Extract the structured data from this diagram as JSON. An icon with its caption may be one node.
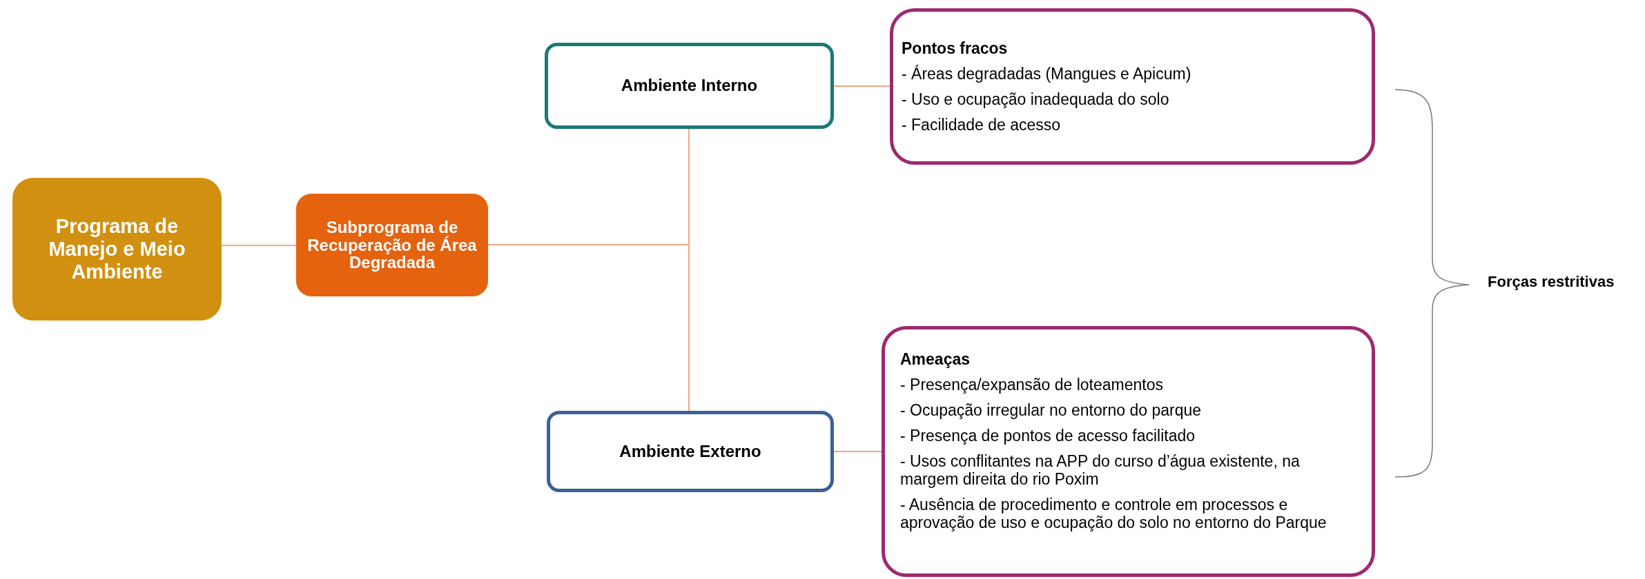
{
  "diagram": {
    "nodes": [
      {
        "text": [
          "Programa de Manejo e Meio Ambiente"
        ]
      },
      {
        "text": [
          "Subprograma de Recuperação de Área Degradada"
        ]
      },
      {
        "text": [
          "Ambiente Interno"
        ]
      },
      {
        "text": [
          "Ambiente Externo"
        ]
      },
      {
        "text": [
          "Pontos fracos",
          "- Áreas degradadas (Mangues e Apicum)",
          "- Uso e ocupação inadequada do solo",
          "- Facilidade de acesso"
        ]
      },
      {
        "text": [
          "Ameaças",
          "- Presença/expansão de loteamentos",
          "- Ocupação irregular no entorno do parque",
          "- Presença de pontos de acesso facilitado",
          "- Usos conflitantes na APP do curso d’água existente, na margem direita do rio Poxim",
          "- Ausência de procedimento e controle em processos e aprovação de uso e ocupação do solo no entorno do Parque"
        ]
      }
    ],
    "edges": [
      {
        "from": 0,
        "to": 1,
        "arrow": "none"
      },
      {
        "from": 1,
        "to": 2,
        "arrow": "none"
      },
      {
        "from": 1,
        "to": 3,
        "arrow": "none"
      },
      {
        "from": 2,
        "to": 4,
        "arrow": "none"
      },
      {
        "from": 3,
        "to": 5,
        "arrow": "none"
      }
    ],
    "labels": [
      "Forças restritivas"
    ]
  }
}
